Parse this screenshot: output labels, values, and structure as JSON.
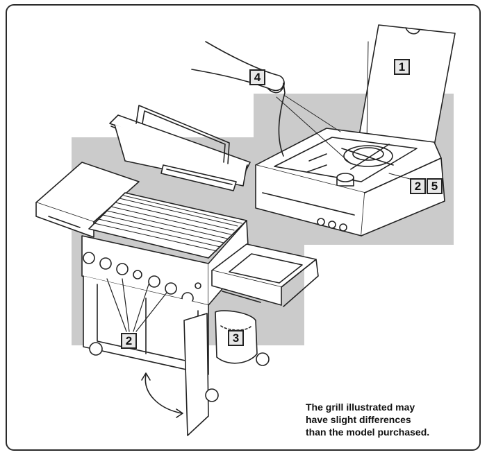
{
  "callouts": {
    "c1": "1",
    "c2_grill": "2",
    "c2_burner": "2",
    "c3": "3",
    "c4": "4",
    "c5": "5"
  },
  "note": {
    "line1": "The grill illustrated may",
    "line2": "have slight differences",
    "line3": "than the model purchased."
  },
  "colors": {
    "shadow_gray": "#c8c8c8",
    "line": "#222222",
    "callout_fill": "#e8e8e8"
  },
  "icons": [
    "gas-grill-illustration",
    "side-burner-illustration",
    "hand-icon"
  ]
}
